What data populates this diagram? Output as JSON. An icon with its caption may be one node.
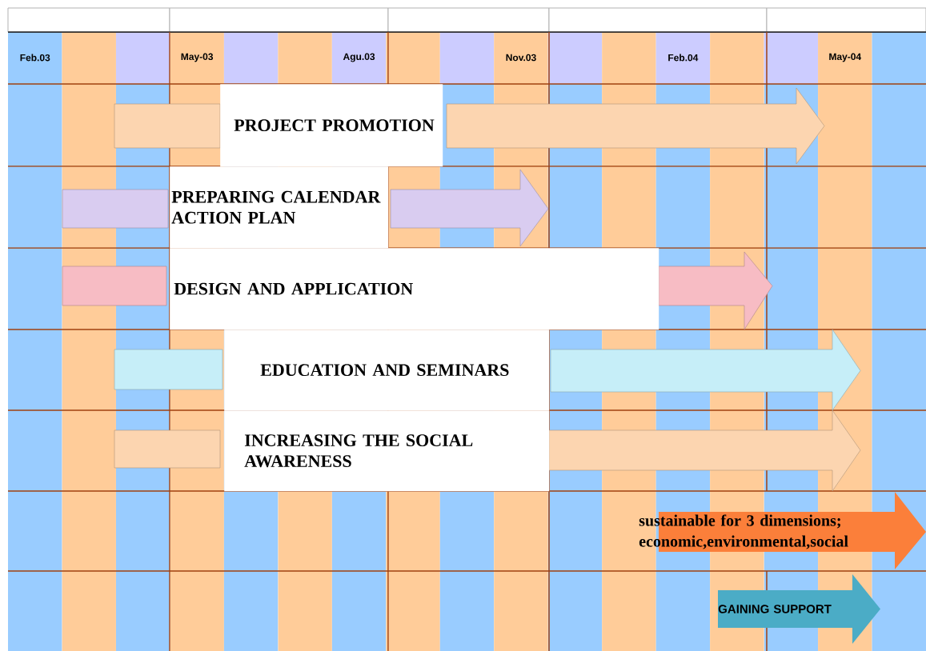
{
  "diagram": {
    "nodes": [
      {
        "text": [
          "PROJECT PROMOTION"
        ]
      },
      {
        "text": [
          "PREPARING CALENDAR ACTION PLAN"
        ]
      },
      {
        "text": [
          "DESIGN AND APPLICATION"
        ]
      },
      {
        "text": [
          "EDUCATION AND SEMINARS"
        ]
      },
      {
        "text": [
          "INCREASING THE SOCIAL AWARENESS"
        ]
      },
      {
        "text": [
          "sustainable for 3 dimensions; economic,environmental,social"
        ]
      },
      {
        "text": [
          "GAINING SUPPORT"
        ]
      }
    ],
    "labels": [
      "Feb.03",
      "May-03",
      "Agu.03",
      "Nov.03",
      "Feb.04",
      "May-04"
    ]
  }
}
